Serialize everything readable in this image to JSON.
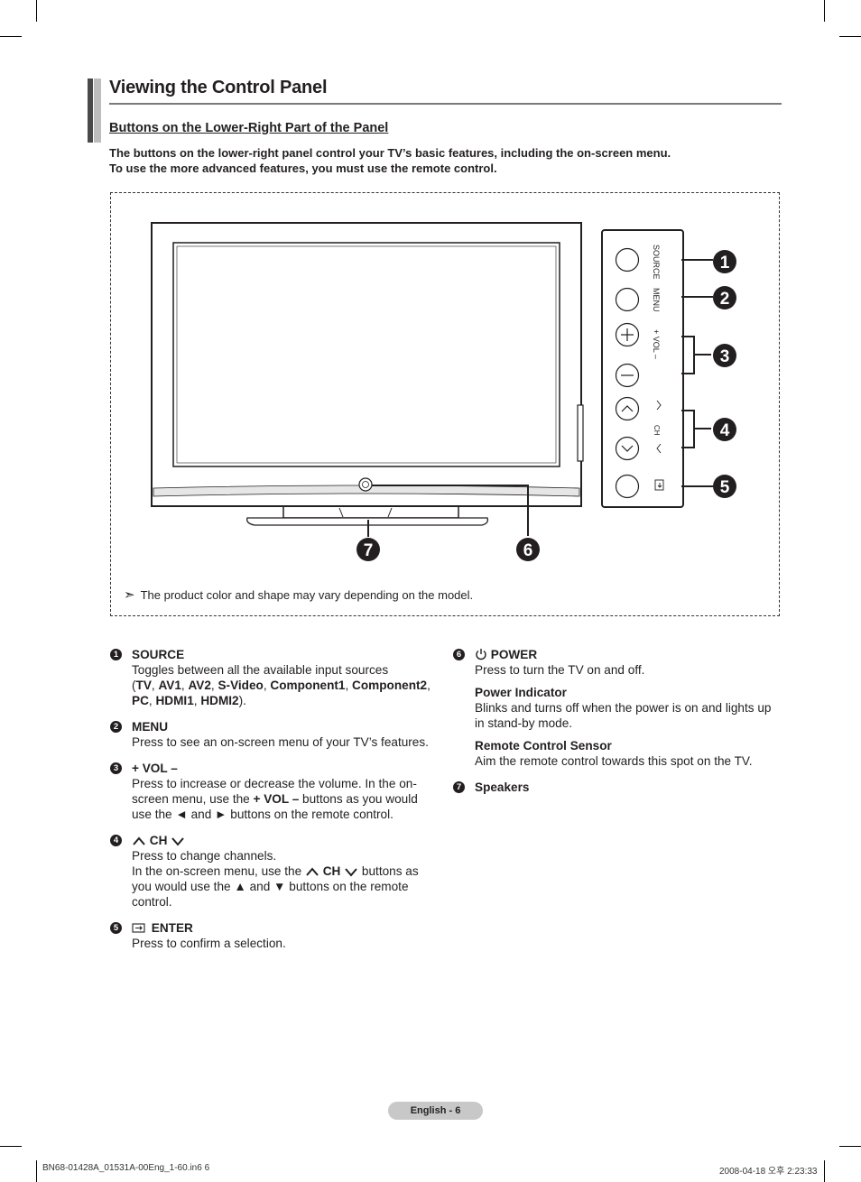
{
  "heading": {
    "title": "Viewing the Control Panel",
    "section_title": "Buttons on the Lower-Right Part of the Panel",
    "intro_line1": "The buttons on the lower-right panel control your TV’s basic features, including the on-screen menu.",
    "intro_line2": "To use the more advanced features, you must use the remote control."
  },
  "figure": {
    "panel_labels": {
      "source": "SOURCE",
      "menu": "MENU",
      "vol": "+ VOL –",
      "ch": "CH"
    },
    "callouts": [
      "1",
      "2",
      "3",
      "4",
      "5",
      "6",
      "7"
    ],
    "note": "The product color and shape may vary depending on the model."
  },
  "items_left": [
    {
      "num": "1",
      "label": "SOURCE",
      "desc_line1": "Toggles between all the available input sources",
      "sources": [
        "TV",
        "AV1",
        "AV2",
        "S-Video",
        "Component1",
        "Component2",
        "PC",
        "HDMI1",
        "HDMI2"
      ]
    },
    {
      "num": "2",
      "label": "MENU",
      "desc": "Press to see an on-screen menu of your TV’s features."
    },
    {
      "num": "3",
      "label": "+ VOL –",
      "desc_a": "Press to increase or decrease the volume. In the on-screen menu, use the ",
      "desc_bold": "+ VOL –",
      "desc_b": " buttons as you would use the ◄ and ► buttons on the remote control."
    },
    {
      "num": "4",
      "label": "CH",
      "desc1": "Press to change channels.",
      "desc2_a": "In the on-screen menu, use the ",
      "desc2_bold": "CH",
      "desc2_b": " buttons as you would use the ▲ and ▼ buttons on the remote control."
    },
    {
      "num": "5",
      "label": "ENTER",
      "desc": "Press to confirm a selection."
    }
  ],
  "items_right": [
    {
      "num": "6",
      "label": "POWER",
      "desc": "Press to turn the TV on and off.",
      "sub1_label": "Power Indicator",
      "sub1_desc": "Blinks and turns off when the power is on and lights up in stand-by mode.",
      "sub2_label": "Remote Control Sensor",
      "sub2_desc": "Aim the remote control towards this spot on the TV."
    },
    {
      "num": "7",
      "label": "Speakers"
    }
  ],
  "footer": {
    "page_label": "English - 6",
    "file_slug": "BN68-01428A_01531A-00Eng_1-60.in6   6",
    "date_slug": "2008-04-18   오후 2:23:33"
  }
}
